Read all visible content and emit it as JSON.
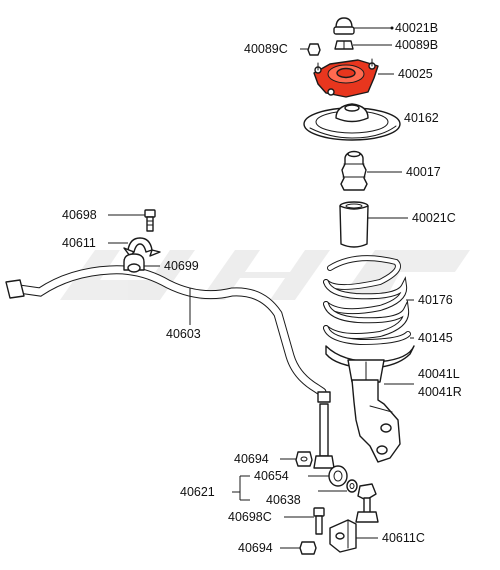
{
  "diagram": {
    "watermark": "",
    "highlight_color": "#e8361e",
    "labels": {
      "p40021B": "40021B",
      "p40089B": "40089B",
      "p40089C": "40089C",
      "p40025": "40025",
      "p40162": "40162",
      "p40017": "40017",
      "p40021C": "40021C",
      "p40176": "40176",
      "p40145": "40145",
      "p40041L": "40041L",
      "p40041R": "40041R",
      "p40698_top": "40698",
      "p40611": "40611",
      "p40699": "40699",
      "p40603": "40603",
      "p40694_mid": "40694",
      "p40654": "40654",
      "p40621": "40621",
      "p40638": "40638",
      "p40698C": "40698C",
      "p40611C": "40611C",
      "p40694_bot": "40694"
    }
  }
}
